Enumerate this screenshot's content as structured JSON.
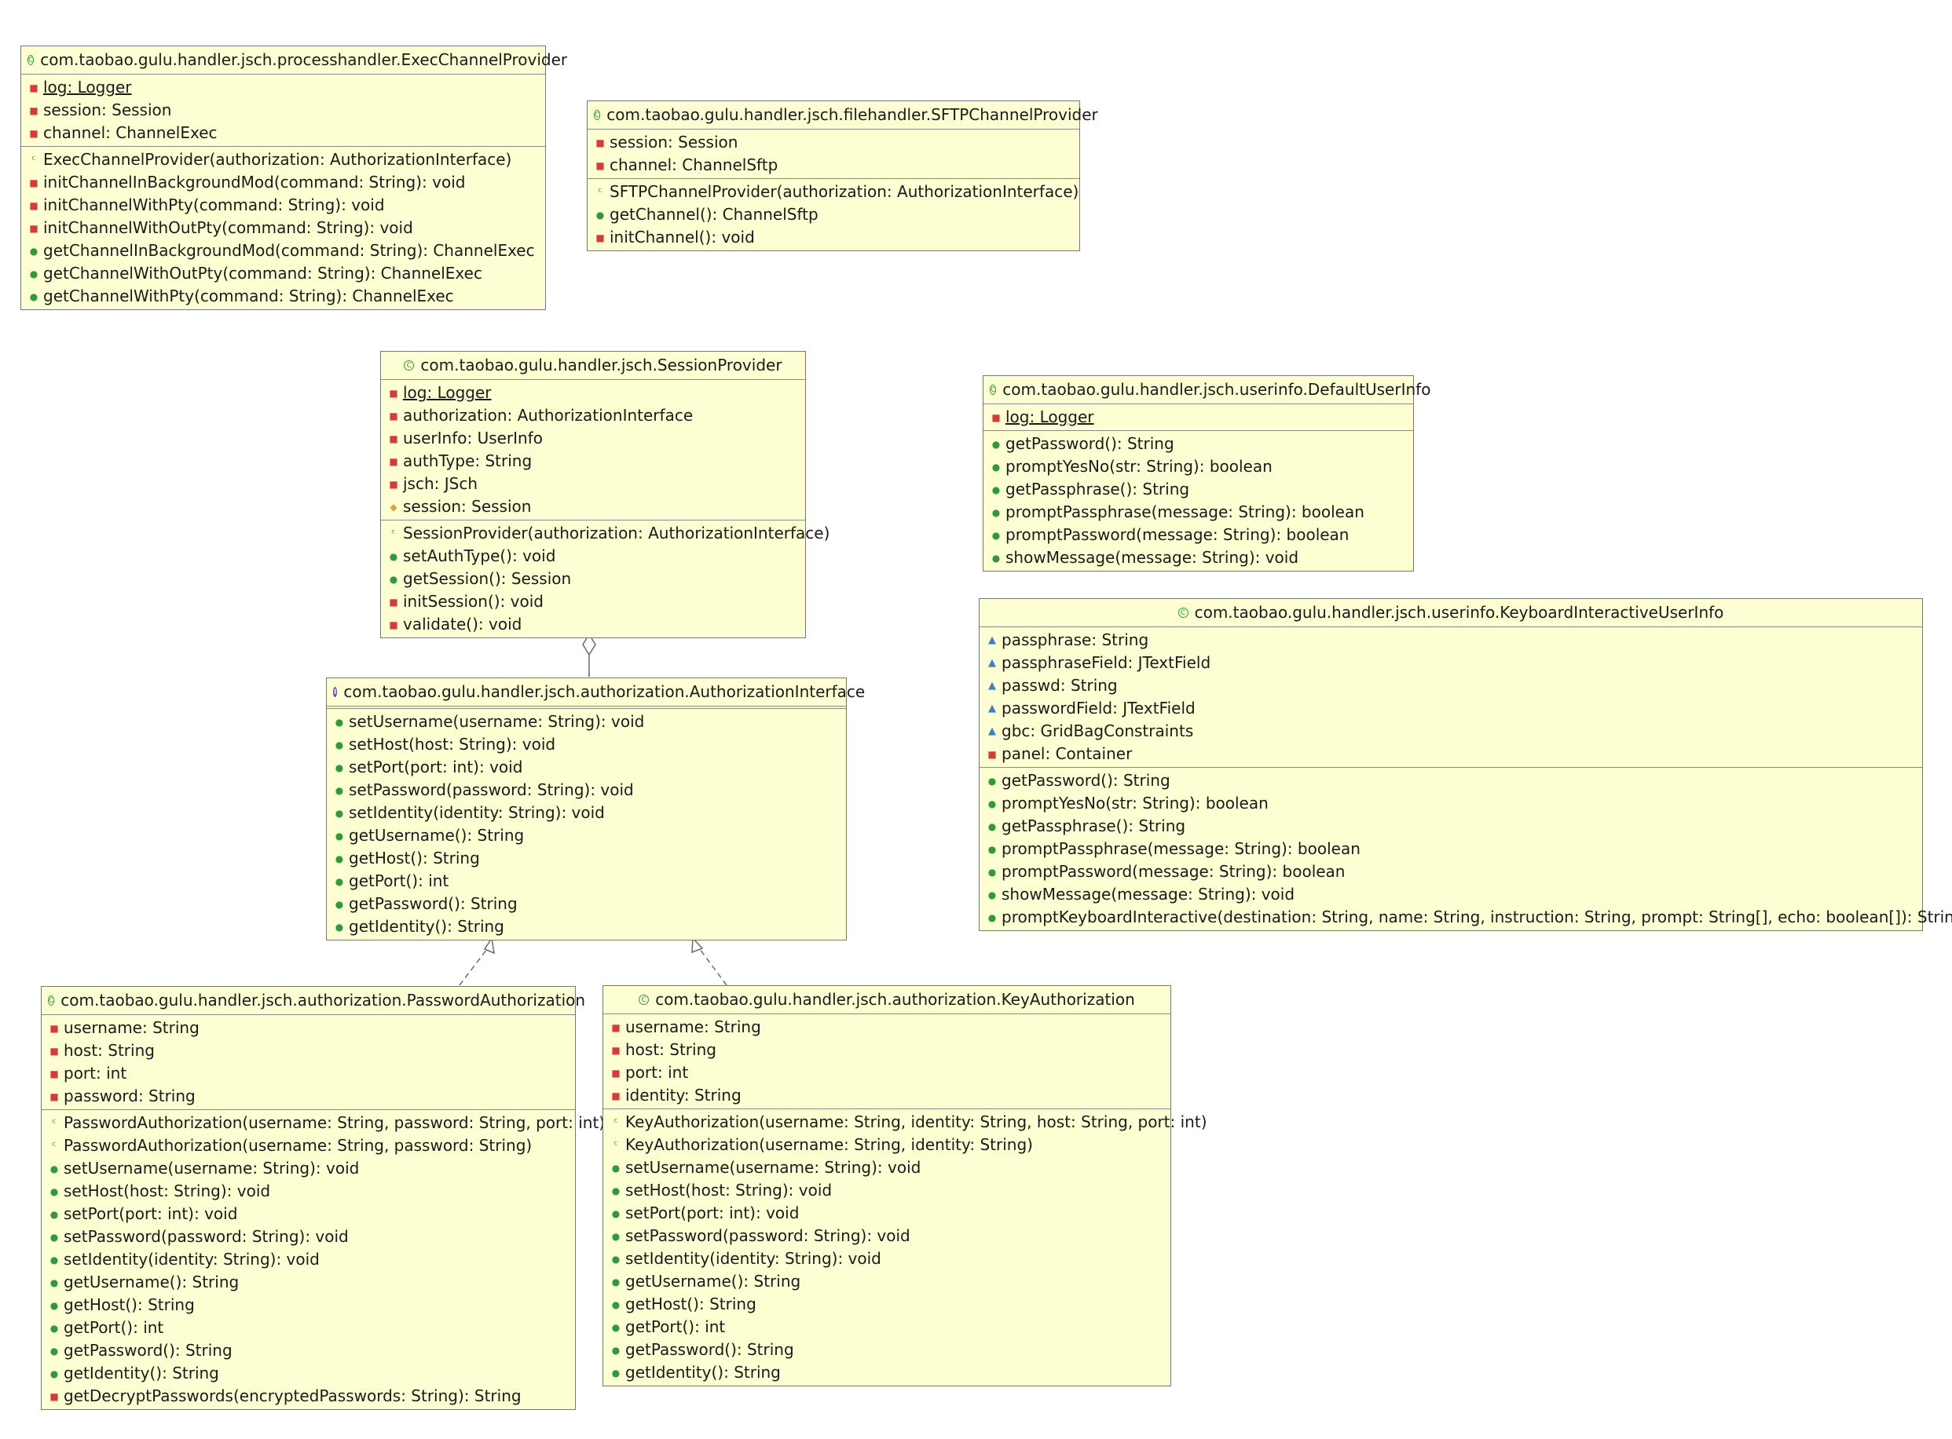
{
  "classes": {
    "exec_channel_provider": {
      "name": "com.taobao.gulu.handler.jsch.processhandler.ExecChannelProvider",
      "kind_icon": "class-icon",
      "fields": [
        {
          "vis": "private",
          "text": "log: Logger",
          "static": true
        },
        {
          "vis": "private",
          "text": "session: Session"
        },
        {
          "vis": "private",
          "text": "channel: ChannelExec"
        }
      ],
      "methods": [
        {
          "vis": "ctor",
          "text": "ExecChannelProvider(authorization: AuthorizationInterface)"
        },
        {
          "vis": "private",
          "text": "initChannelInBackgroundMod(command: String): void"
        },
        {
          "vis": "private",
          "text": "initChannelWithPty(command: String): void"
        },
        {
          "vis": "private",
          "text": "initChannelWithOutPty(command: String): void"
        },
        {
          "vis": "public",
          "text": "getChannelInBackgroundMod(command: String): ChannelExec"
        },
        {
          "vis": "public",
          "text": "getChannelWithOutPty(command: String): ChannelExec"
        },
        {
          "vis": "public",
          "text": "getChannelWithPty(command: String): ChannelExec"
        }
      ]
    },
    "sftp_channel_provider": {
      "name": "com.taobao.gulu.handler.jsch.filehandler.SFTPChannelProvider",
      "kind_icon": "class-icon",
      "fields": [
        {
          "vis": "private",
          "text": "session: Session"
        },
        {
          "vis": "private",
          "text": "channel: ChannelSftp"
        }
      ],
      "methods": [
        {
          "vis": "ctor",
          "text": "SFTPChannelProvider(authorization: AuthorizationInterface)"
        },
        {
          "vis": "public",
          "text": "getChannel(): ChannelSftp"
        },
        {
          "vis": "private",
          "text": "initChannel(): void"
        }
      ]
    },
    "session_provider": {
      "name": "com.taobao.gulu.handler.jsch.SessionProvider",
      "kind_icon": "class-icon",
      "fields": [
        {
          "vis": "private",
          "text": "log: Logger",
          "static": true
        },
        {
          "vis": "private",
          "text": "authorization: AuthorizationInterface"
        },
        {
          "vis": "private",
          "text": "userInfo: UserInfo"
        },
        {
          "vis": "private",
          "text": "authType: String"
        },
        {
          "vis": "private",
          "text": "jsch: JSch"
        },
        {
          "vis": "protected",
          "text": "session: Session"
        }
      ],
      "methods": [
        {
          "vis": "ctor",
          "text": "SessionProvider(authorization: AuthorizationInterface)"
        },
        {
          "vis": "public",
          "text": "setAuthType(): void"
        },
        {
          "vis": "public",
          "text": "getSession(): Session"
        },
        {
          "vis": "private",
          "text": "initSession(): void"
        },
        {
          "vis": "private",
          "text": "validate(): void"
        }
      ]
    },
    "default_user_info": {
      "name": "com.taobao.gulu.handler.jsch.userinfo.DefaultUserInfo",
      "kind_icon": "class-icon",
      "fields": [
        {
          "vis": "private",
          "text": "log: Logger",
          "static": true
        }
      ],
      "methods": [
        {
          "vis": "public",
          "text": "getPassword(): String"
        },
        {
          "vis": "public",
          "text": "promptYesNo(str: String): boolean"
        },
        {
          "vis": "public",
          "text": "getPassphrase(): String"
        },
        {
          "vis": "public",
          "text": "promptPassphrase(message: String): boolean"
        },
        {
          "vis": "public",
          "text": "promptPassword(message: String): boolean"
        },
        {
          "vis": "public",
          "text": "showMessage(message: String): void"
        }
      ]
    },
    "keyboard_interactive_user_info": {
      "name": "com.taobao.gulu.handler.jsch.userinfo.KeyboardInteractiveUserInfo",
      "kind_icon": "class-icon",
      "fields": [
        {
          "vis": "package",
          "text": "passphrase: String"
        },
        {
          "vis": "package",
          "text": "passphraseField: JTextField"
        },
        {
          "vis": "package",
          "text": "passwd: String"
        },
        {
          "vis": "package",
          "text": "passwordField: JTextField"
        },
        {
          "vis": "package",
          "text": "gbc: GridBagConstraints"
        },
        {
          "vis": "private",
          "text": "panel: Container"
        }
      ],
      "methods": [
        {
          "vis": "public",
          "text": "getPassword(): String"
        },
        {
          "vis": "public",
          "text": "promptYesNo(str: String): boolean"
        },
        {
          "vis": "public",
          "text": "getPassphrase(): String"
        },
        {
          "vis": "public",
          "text": "promptPassphrase(message: String): boolean"
        },
        {
          "vis": "public",
          "text": "promptPassword(message: String): boolean"
        },
        {
          "vis": "public",
          "text": "showMessage(message: String): void"
        },
        {
          "vis": "public",
          "text": "promptKeyboardInteractive(destination: String, name: String, instruction: String, prompt: String[], echo: boolean[]): String[]"
        }
      ]
    },
    "authorization_interface": {
      "name": "com.taobao.gulu.handler.jsch.authorization.AuthorizationInterface",
      "kind_icon": "interface-icon",
      "fields": [],
      "methods": [
        {
          "vis": "public",
          "text": "setUsername(username: String): void"
        },
        {
          "vis": "public",
          "text": "setHost(host: String): void"
        },
        {
          "vis": "public",
          "text": "setPort(port: int): void"
        },
        {
          "vis": "public",
          "text": "setPassword(password: String): void"
        },
        {
          "vis": "public",
          "text": "setIdentity(identity: String): void"
        },
        {
          "vis": "public",
          "text": "getUsername(): String"
        },
        {
          "vis": "public",
          "text": "getHost(): String"
        },
        {
          "vis": "public",
          "text": "getPort(): int"
        },
        {
          "vis": "public",
          "text": "getPassword(): String"
        },
        {
          "vis": "public",
          "text": "getIdentity(): String"
        }
      ]
    },
    "password_authorization": {
      "name": "com.taobao.gulu.handler.jsch.authorization.PasswordAuthorization",
      "kind_icon": "class-icon",
      "fields": [
        {
          "vis": "private",
          "text": "username: String"
        },
        {
          "vis": "private",
          "text": "host: String"
        },
        {
          "vis": "private",
          "text": "port: int"
        },
        {
          "vis": "private",
          "text": "password: String"
        }
      ],
      "methods": [
        {
          "vis": "ctor",
          "text": "PasswordAuthorization(username: String, password: String, port: int)"
        },
        {
          "vis": "ctor",
          "text": "PasswordAuthorization(username: String, password: String)"
        },
        {
          "vis": "public",
          "text": "setUsername(username: String): void"
        },
        {
          "vis": "public",
          "text": "setHost(host: String): void"
        },
        {
          "vis": "public",
          "text": "setPort(port: int): void"
        },
        {
          "vis": "public",
          "text": "setPassword(password: String): void"
        },
        {
          "vis": "public",
          "text": "setIdentity(identity: String): void"
        },
        {
          "vis": "public",
          "text": "getUsername(): String"
        },
        {
          "vis": "public",
          "text": "getHost(): String"
        },
        {
          "vis": "public",
          "text": "getPort(): int"
        },
        {
          "vis": "public",
          "text": "getPassword(): String"
        },
        {
          "vis": "public",
          "text": "getIdentity(): String"
        },
        {
          "vis": "private",
          "text": "getDecryptPasswords(encryptedPasswords: String): String"
        }
      ]
    },
    "key_authorization": {
      "name": "com.taobao.gulu.handler.jsch.authorization.KeyAuthorization",
      "kind_icon": "class-icon",
      "fields": [
        {
          "vis": "private",
          "text": "username: String"
        },
        {
          "vis": "private",
          "text": "host: String"
        },
        {
          "vis": "private",
          "text": "port: int"
        },
        {
          "vis": "private",
          "text": "identity: String"
        }
      ],
      "methods": [
        {
          "vis": "ctor",
          "text": "KeyAuthorization(username: String, identity: String, host: String, port: int)"
        },
        {
          "vis": "ctor",
          "text": "KeyAuthorization(username: String, identity: String)"
        },
        {
          "vis": "public",
          "text": "setUsername(username: String): void"
        },
        {
          "vis": "public",
          "text": "setHost(host: String): void"
        },
        {
          "vis": "public",
          "text": "setPort(port: int): void"
        },
        {
          "vis": "public",
          "text": "setPassword(password: String): void"
        },
        {
          "vis": "public",
          "text": "setIdentity(identity: String): void"
        },
        {
          "vis": "public",
          "text": "getUsername(): String"
        },
        {
          "vis": "public",
          "text": "getHost(): String"
        },
        {
          "vis": "public",
          "text": "getPort(): int"
        },
        {
          "vis": "public",
          "text": "getPassword(): String"
        },
        {
          "vis": "public",
          "text": "getIdentity(): String"
        }
      ]
    }
  },
  "relations": [
    {
      "type": "aggregation",
      "from": "session_provider",
      "to": "authorization_interface"
    },
    {
      "type": "realization",
      "from": "password_authorization",
      "to": "authorization_interface"
    },
    {
      "type": "realization",
      "from": "key_authorization",
      "to": "authorization_interface"
    }
  ],
  "colors": {
    "box_fill": "#fefed3",
    "box_border": "#767676",
    "public": "#2e9b3a",
    "private": "#d83a3a",
    "package": "#3c7fc9",
    "interface": "#6a4fb5"
  }
}
